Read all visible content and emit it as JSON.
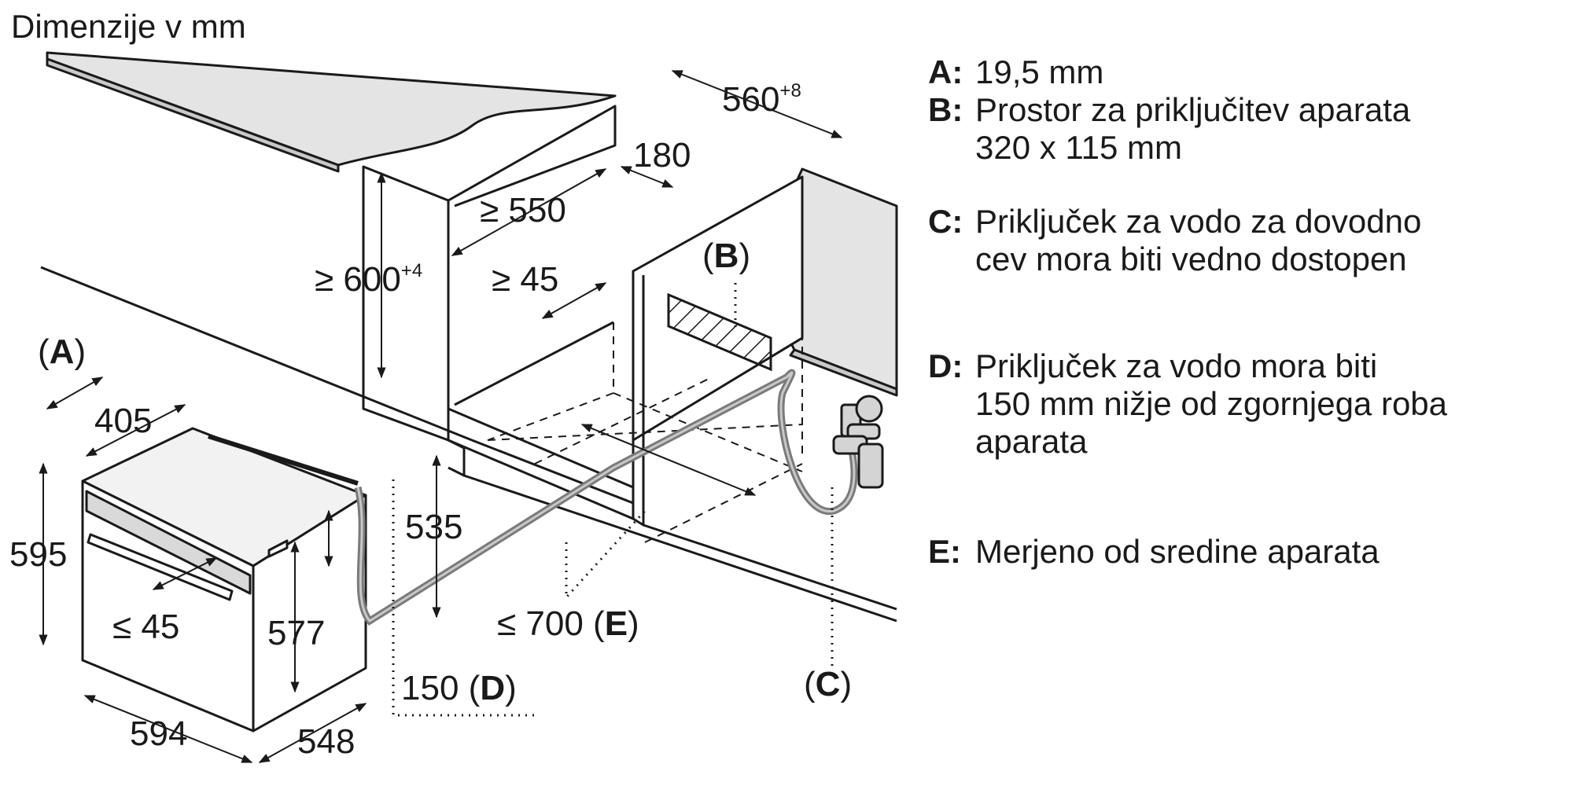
{
  "title": "Dimenzije v mm",
  "dimensions": {
    "d560": "560",
    "d560_sup": "+8",
    "d180": "180",
    "d550": "≥ 550",
    "d600": "≥ 600",
    "d600_sup": "+4",
    "d45_niche": "≥ 45",
    "d405": "405",
    "d595": "595",
    "d535": "535",
    "d45_front": "≤ 45",
    "d577": "577",
    "d700": "≤ 700",
    "d150": "150",
    "d594": "594",
    "d548": "548"
  },
  "labels": {
    "A": "A",
    "B": "B",
    "C": "C",
    "D": "D",
    "E": "E",
    "open": "(",
    "close": ")"
  },
  "legend": [
    {
      "key": "A:",
      "lines": [
        "19,5 mm"
      ]
    },
    {
      "key": "B:",
      "lines": [
        "Prostor za priključitev aparata",
        "320 x 115 mm"
      ]
    },
    {
      "key": "C:",
      "lines": [
        "Priključek za vodo za dovodno",
        "cev mora biti vedno dostopen"
      ]
    },
    {
      "key": "D:",
      "lines": [
        "Priključek za vodo mora biti",
        "150 mm nižje od zgornjega roba",
        "aparata"
      ]
    },
    {
      "key": "E:",
      "lines": [
        "Merjeno od sredine aparata"
      ]
    }
  ]
}
